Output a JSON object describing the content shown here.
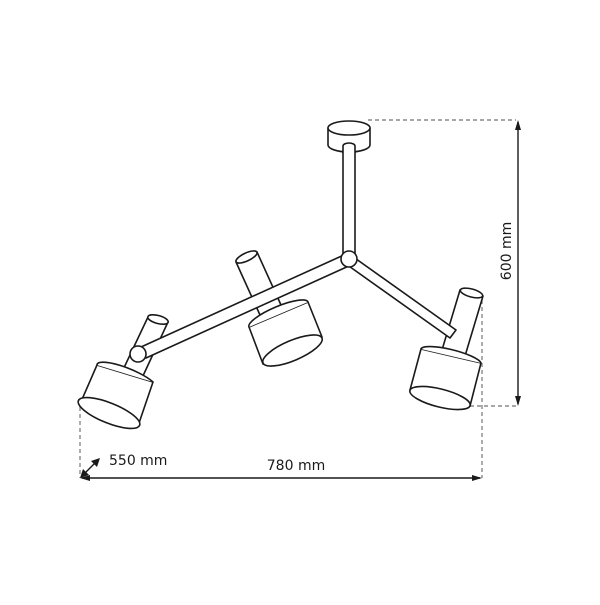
{
  "diagram": {
    "type": "technical-dimension-drawing",
    "subject": "ceiling lamp with three adjustable cylindrical spot shades",
    "dimensions": {
      "height": {
        "label": "600 mm",
        "value": 600,
        "unit": "mm",
        "orientation": "vertical"
      },
      "width": {
        "label": "780 mm",
        "value": 780,
        "unit": "mm",
        "orientation": "horizontal"
      },
      "depth": {
        "label": "550 mm",
        "value": 550,
        "unit": "mm",
        "orientation": "diagonal"
      }
    },
    "parts": {
      "canopy": "ceiling-canopy",
      "stem": "vertical-stem",
      "hub": "central-joint",
      "arms": [
        "long-arm-left",
        "short-arm-right"
      ],
      "shades": [
        "shade-left",
        "shade-middle",
        "shade-right"
      ]
    },
    "colors": {
      "line": "#1a1a1a",
      "dashed_guide": "#8a8a8a",
      "background": "#ffffff"
    }
  }
}
